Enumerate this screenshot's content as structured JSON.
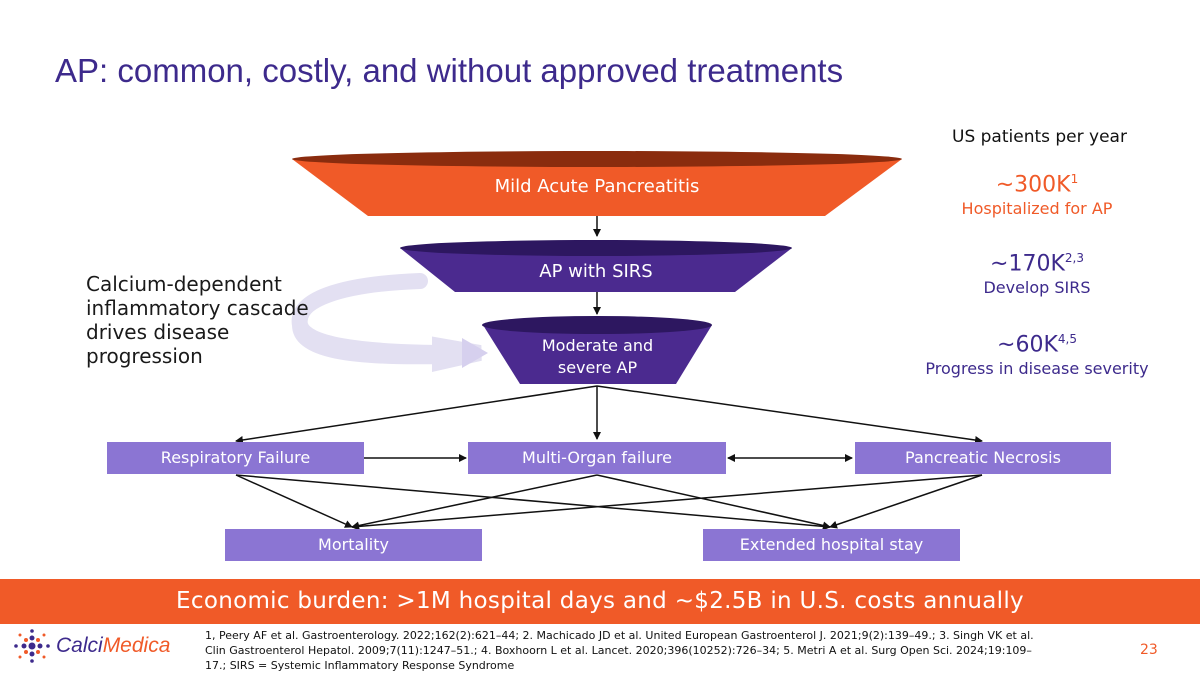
{
  "title": "AP: common, costly, and without approved treatments",
  "funnel": {
    "level1": "Mild Acute Pancreatitis",
    "level2": "AP with SIRS",
    "level3_line1": "Moderate and",
    "level3_line2": "severe AP"
  },
  "side_text": "Calcium-dependent inflammatory cascade drives disease progression",
  "outcomes": {
    "respiratory": "Respiratory Failure",
    "multi_organ": "Multi-Organ failure",
    "necrosis": "Pancreatic Necrosis",
    "mortality": "Mortality",
    "hospital_stay": "Extended hospital stay"
  },
  "stats": {
    "header": "US patients per year",
    "s1_value": "~300K",
    "s1_sup": "1",
    "s1_label": "Hospitalized for AP",
    "s2_value": "~170K",
    "s2_sup": "2,3",
    "s2_label": "Develop SIRS",
    "s3_value": "~60K",
    "s3_sup": "4,5",
    "s3_label": "Progress in disease severity"
  },
  "banner": "Economic burden: >1M hospital days and ~$2.5B in U.S. costs annually",
  "logo": {
    "part1": "Calci",
    "part2": "Medica"
  },
  "references": "1, Peery AF et al. Gastroenterology. 2022;162(2):621–44; 2. Machicado JD et al. United European Gastroenterol J. 2021;9(2):139–49.; 3. Singh VK et al. Clin Gastroenterol Hepatol. 2009;7(11):1247–51.; 4. Boxhoorn L et al. Lancet. 2020;396(10252):726–34; 5. Metri A et al. Surg Open Sci. 2024;19:109–17.; SIRS = Systemic Inflammatory Response Syndrome",
  "page_number": "23",
  "colors": {
    "orange": "#f05a28",
    "purple_dark": "#3d2a8c",
    "purple_box": "#8b75d3",
    "funnel_purple": "#4b2a8f"
  }
}
